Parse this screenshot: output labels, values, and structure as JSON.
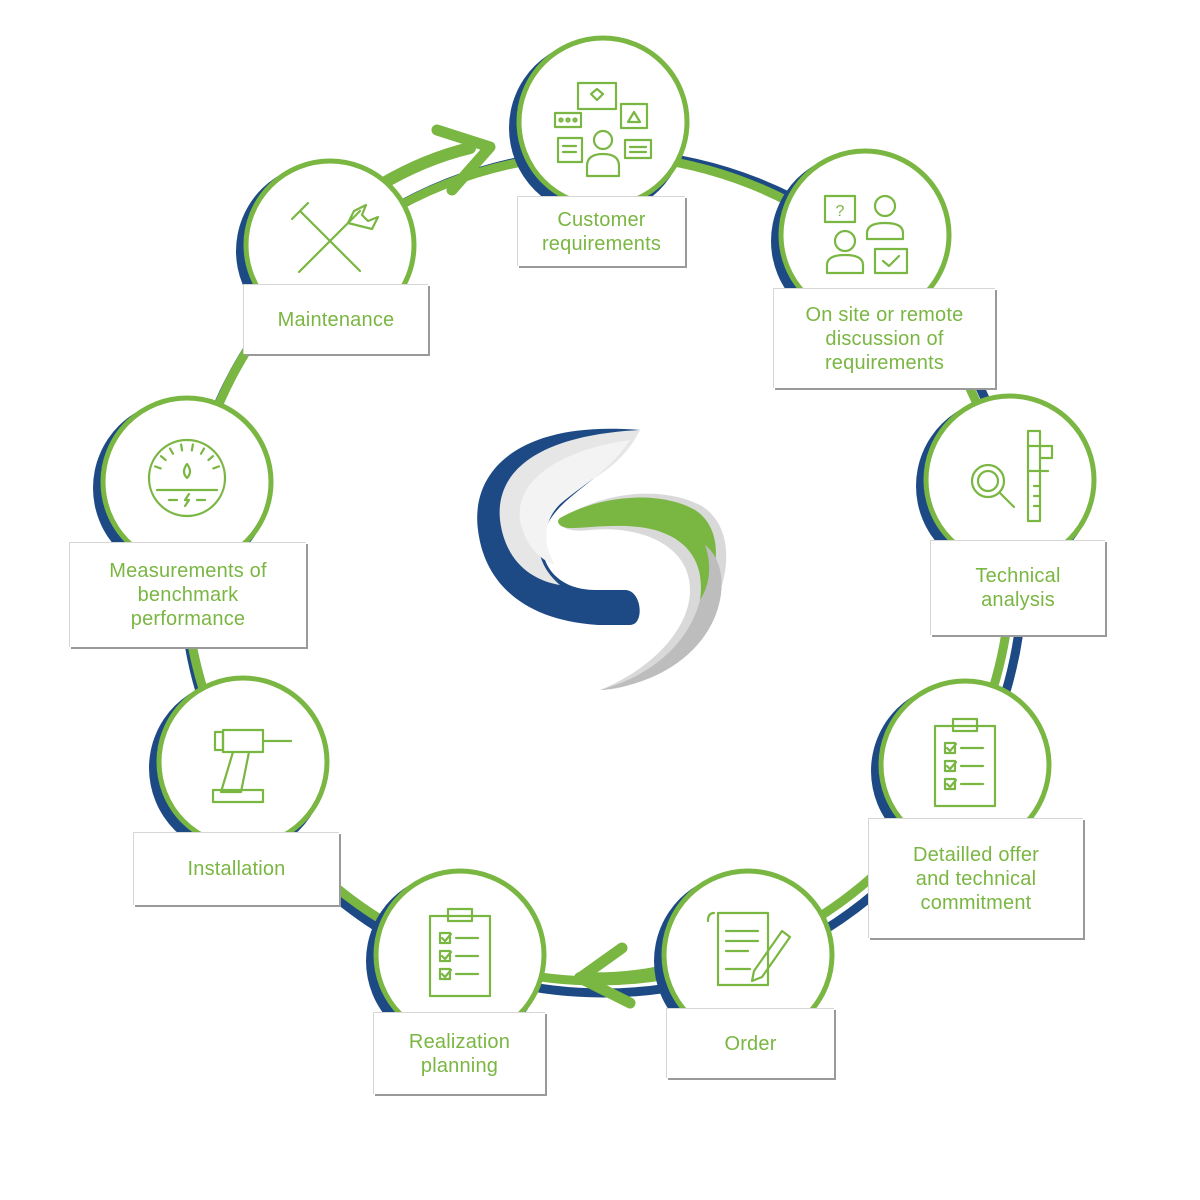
{
  "colors": {
    "green": "#7ab642",
    "navy": "#1d4a85",
    "label_shadow": "#9a9a9a",
    "swirl_grey": "#cfcfcf"
  },
  "center_logo": {
    "name": "s-swirl-logo"
  },
  "steps": [
    {
      "id": "customer-requirements",
      "icon": "customer-feedback-icon",
      "label": "Customer\nrequirements"
    },
    {
      "id": "discussion",
      "icon": "consultation-icon",
      "label": "On site or remote\ndiscussion of\nrequirements"
    },
    {
      "id": "technical-analysis",
      "icon": "caliper-magnifier-icon",
      "label": "Technical\nanalysis"
    },
    {
      "id": "detailed-offer",
      "icon": "clipboard-checklist-icon",
      "label": "Detailled offer\nand technical\ncommitment"
    },
    {
      "id": "order",
      "icon": "document-pen-icon",
      "label": "Order"
    },
    {
      "id": "realization-planning",
      "icon": "clipboard-plan-icon",
      "label": "Realization\nplanning"
    },
    {
      "id": "installation",
      "icon": "drill-icon",
      "label": "Installation"
    },
    {
      "id": "measurements",
      "icon": "gauge-icon",
      "label": "Measurements of\nbenchmark\nperformance"
    },
    {
      "id": "maintenance",
      "icon": "wrench-screwdriver-icon",
      "label": "Maintenance"
    }
  ]
}
